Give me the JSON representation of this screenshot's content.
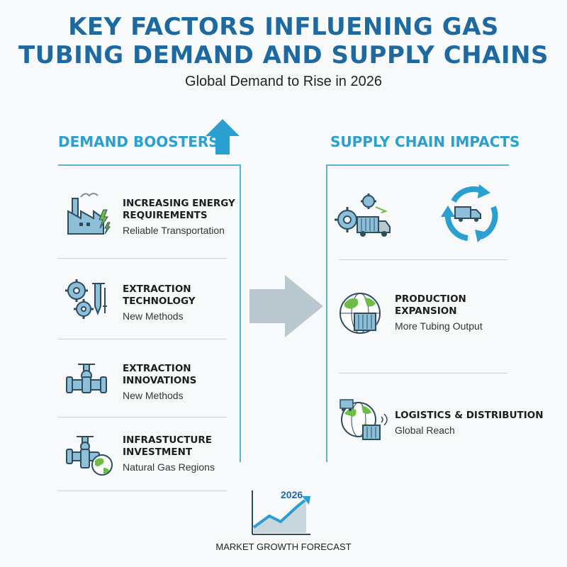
{
  "header": {
    "title_line1": "KEY FACTORS INFLUENING GAS",
    "title_line2": "TUBING DEMAND AND SUPPLY CHAINS",
    "subtitle": "Global Demand to Rise in 2026"
  },
  "demand": {
    "heading": "DEMAND BOOSTERS",
    "items": [
      {
        "title_lines": [
          "INCREASING ENERGY",
          "REQUIREMENTS"
        ],
        "subtitle": "Reliable Transportation",
        "icon": "factory-power-icon"
      },
      {
        "title_lines": [
          "EXTRACTION",
          "TECHNOLOGY"
        ],
        "subtitle": "New Methods",
        "icon": "gears-drill-icon"
      },
      {
        "title_lines": [
          "EXTRACTION",
          "INNOVATIONS"
        ],
        "subtitle": "New Methods",
        "icon": "pipe-valve-icon"
      },
      {
        "title_lines": [
          "INFRASTUCTURE",
          "INVESTMENT"
        ],
        "subtitle": "Natural Gas Regions",
        "icon": "pipeline-globe-icon"
      }
    ]
  },
  "supply": {
    "heading": "SUPPLY CHAIN IMPACTS",
    "items": [
      {
        "title_lines": [
          "PRODUCTION",
          "EXPANSION"
        ],
        "subtitle": "More Tubing Output",
        "icon": "globe-container-icon"
      },
      {
        "title_lines": [
          "LOGISTICS & DISTRIBUTION"
        ],
        "subtitle": "Global Reach",
        "icon": "globe-truck-icon"
      }
    ]
  },
  "forecast": {
    "year": "2026",
    "label": "MARKET GROWTH FORECAST"
  },
  "colors": {
    "title": "#1e6aa0",
    "heading": "#2a9fd0",
    "icon_blue": "#5a9fc4",
    "icon_green": "#6cbd45",
    "arrow_gray": "#b9c7cf"
  }
}
